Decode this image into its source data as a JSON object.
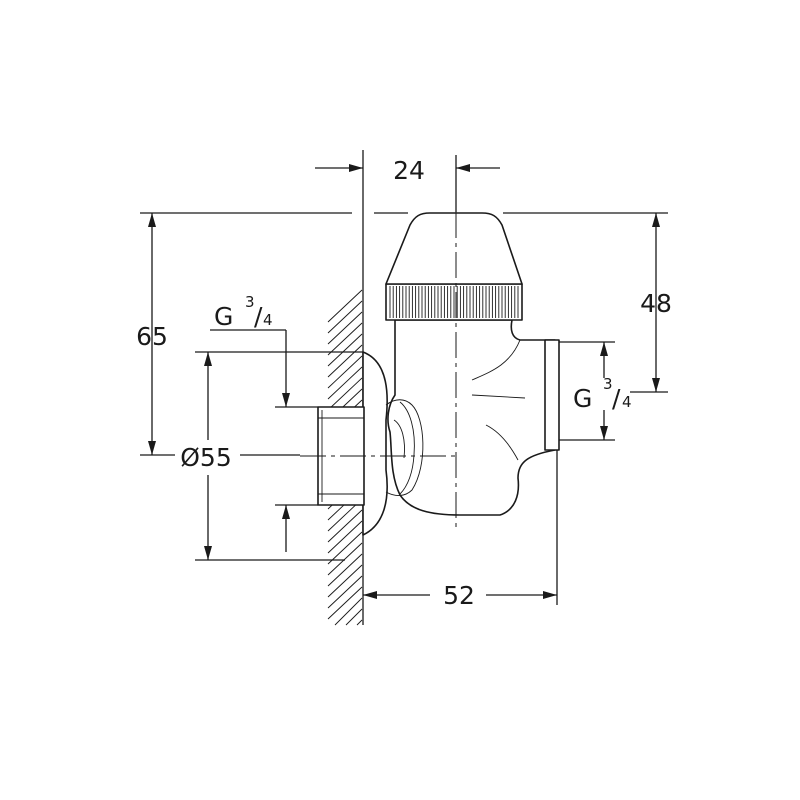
{
  "drawing": {
    "dim_24": "24",
    "dim_65": "65",
    "dim_48": "48",
    "dim_52": "52",
    "dim_diameter": "Ø55",
    "thread_left": {
      "letter": "G",
      "numerator": "3",
      "slash": "/",
      "denominator": "4"
    },
    "thread_right": {
      "letter": "G",
      "numerator": "3",
      "slash": "/",
      "denominator": "4"
    }
  }
}
